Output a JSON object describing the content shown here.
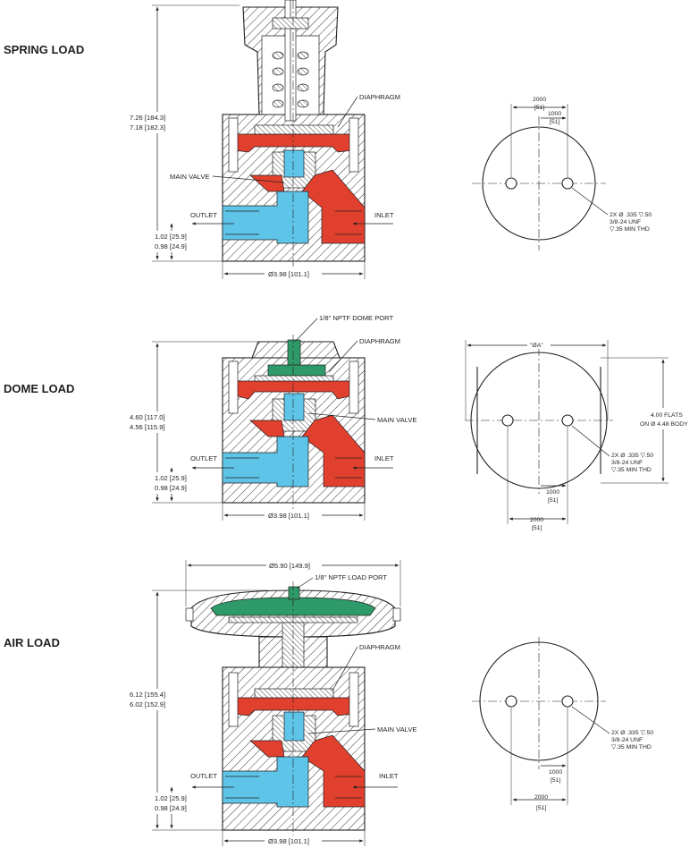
{
  "sections": [
    {
      "id": "spring",
      "title": "SPRING LOAD",
      "height_dim": [
        "7.26 [184.3]",
        "7.18 [182.3]"
      ],
      "port_height_dim": [
        "1.02 [25.9]",
        "0.98 [24.9]"
      ],
      "width_dim": "Ø3.98 [101.1]",
      "labels": {
        "diaphragm": "DIAPHRAGM",
        "main_valve": "MAIN VALVE",
        "outlet": "OUTLET",
        "inlet": "INLET"
      },
      "bottom_view": {
        "top_dim_outer": [
          "2000",
          "[51]"
        ],
        "top_dim_inner": [
          "1000",
          "[51]"
        ],
        "hole_callout": [
          "2X Ø .335 ▽.50",
          "3/8-24 UNF",
          "▽.35 MIN THD"
        ]
      }
    },
    {
      "id": "dome",
      "title": "DOME LOAD",
      "height_dim": [
        "4.60 [117.0]",
        "4.56 [115.9]"
      ],
      "port_height_dim": [
        "1.02 [25.9]",
        "0.98 [24.9]"
      ],
      "width_dim": "Ø3.98 [101.1]",
      "labels": {
        "dome_port": "1/8\" NPTF DOME PORT",
        "diaphragm": "DIAPHRAGM",
        "main_valve": "MAIN VALVE",
        "outlet": "OUTLET",
        "inlet": "INLET"
      },
      "bottom_view": {
        "dia_dim": "\"ØA\"",
        "flats": [
          "4.00 FLATS",
          "ON Ø 4.48 BODY"
        ],
        "hole_callout": [
          "2X Ø .335 ▽.50",
          "3/8-24 UNF",
          "▽.35 MIN THD"
        ],
        "bottom_dim_inner": [
          "1000",
          "[51]"
        ],
        "bottom_dim_outer": [
          "2000",
          "[51]"
        ]
      }
    },
    {
      "id": "air",
      "title": "AIR LOAD",
      "top_width_dim": "Ø5.90 [149.9]",
      "height_dim": [
        "6.12 [155.4]",
        "6.02 [152.9]"
      ],
      "port_height_dim": [
        "1.02 [25.9]",
        "0.98 [24.9]"
      ],
      "width_dim": "Ø3.98 [101.1]",
      "labels": {
        "load_port": "1/8\" NPTF LOAD PORT",
        "diaphragm": "DIAPHRAGM",
        "main_valve": "MAIN VALVE",
        "outlet": "OUTLET",
        "inlet": "INLET"
      },
      "bottom_view": {
        "hole_callout": [
          "2X Ø .335 ▽.50",
          "3/8-24 UNF",
          "▽.35 MIN THD"
        ],
        "bottom_dim_inner": [
          "1000",
          "[51]"
        ],
        "bottom_dim_outer": [
          "2000",
          "[51]"
        ]
      }
    }
  ],
  "colors": {
    "outlet_fluid": "#5ec4e8",
    "inlet_fluid": "#e2402e",
    "load_chamber": "#2e9a6a",
    "body_hatch": "#3a3a3a",
    "lines": "#231f20"
  }
}
